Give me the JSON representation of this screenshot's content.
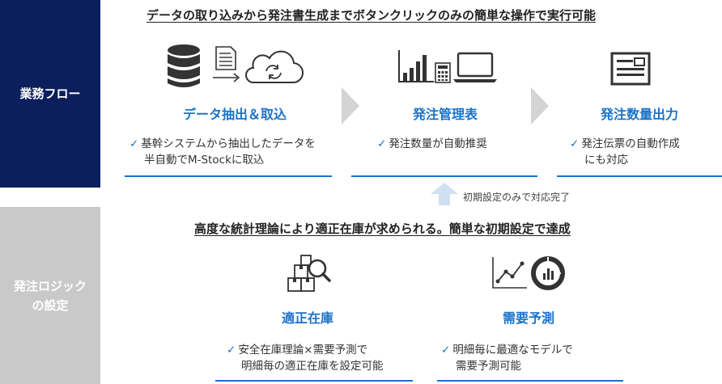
{
  "sections": {
    "flow_label": "業務フロー",
    "logic_label_line1": "発注ロジック",
    "logic_label_line2": "の設定"
  },
  "flow": {
    "headline": "データの取り込みから発注書生成までボタンクリックのみの簡単な操作で実行可能",
    "steps": [
      {
        "title": "データ抽出＆取込",
        "desc_line1": "基幹システムから抽出したデータを",
        "desc_line2": "半自動でM-Stockに取込"
      },
      {
        "title": "発注管理表",
        "desc_line1": "発注数量が自動推奨"
      },
      {
        "title": "発注数量出力",
        "desc_line1": "発注伝票の自動作成",
        "desc_line2": "にも対応"
      }
    ],
    "note": "初期設定のみで対応完了"
  },
  "logic": {
    "headline": "高度な統計理論により適正在庫が求められる。簡単な初期設定で達成",
    "items": [
      {
        "title": "適正在庫",
        "desc_line1": "安全在庫理論×需要予測で",
        "desc_line2": "明細毎の適正在庫を設定可能"
      },
      {
        "title": "需要予測",
        "desc_line1": "明細毎に最適なモデルで",
        "desc_line2": "需要予測可能"
      }
    ]
  },
  "check_mark": "✓",
  "colors": {
    "navy": "#0b1f5c",
    "gray": "#c9c9c9",
    "accent": "#1a73c9",
    "icon": "#333333"
  }
}
